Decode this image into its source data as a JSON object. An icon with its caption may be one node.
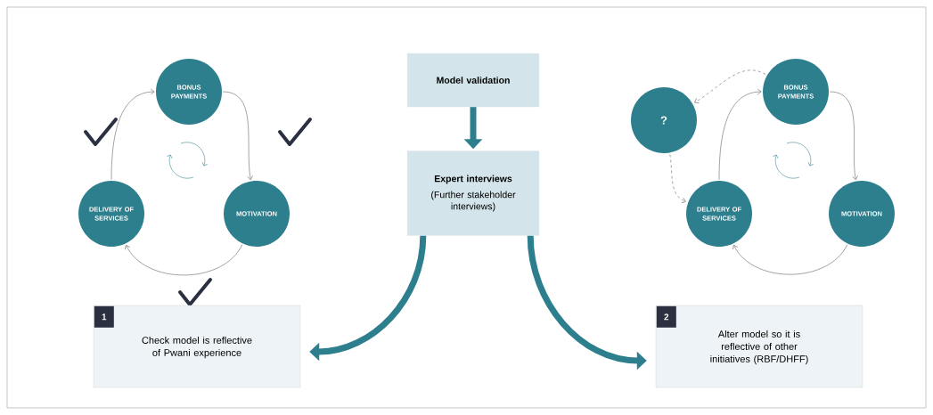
{
  "diagram": {
    "nodes": [
      {
        "text": [
          "Model validation"
        ]
      },
      {
        "text": [
          "Expert interviews",
          "(Further stakeholder interviews)"
        ]
      },
      {
        "text": [
          "BONUS PAYMENTS"
        ]
      },
      {
        "text": [
          "MOTIVATION"
        ]
      },
      {
        "text": [
          "DELIVERY OF SERVICES"
        ]
      },
      {
        "text": [
          "?"
        ]
      },
      {
        "text": [
          "BONUS PAYMENTS"
        ]
      },
      {
        "text": [
          "MOTIVATION"
        ]
      },
      {
        "text": [
          "DELIVERY OF SERVICES"
        ]
      },
      {
        "text": [
          "Check model is reflective of Pwani experience"
        ]
      },
      {
        "text": [
          "1"
        ],
        "in": 9
      },
      {
        "text": [
          "Alter model so it is reflective of other initiatives (RBF/DHFF)"
        ]
      },
      {
        "text": [
          "2"
        ],
        "in": 11
      }
    ],
    "edges": [
      {
        "from": 0,
        "to": 1,
        "arrow": "to",
        "style": "thick",
        "color": "#2e7f8e"
      },
      {
        "from": 1,
        "to": 9,
        "arrow": "to",
        "style": "thick",
        "color": "#2e7f8e"
      },
      {
        "from": 1,
        "to": 11,
        "arrow": "to",
        "style": "thick",
        "color": "#2e7f8e"
      },
      {
        "from": 2,
        "to": 3,
        "arrow": "to"
      },
      {
        "from": 3,
        "to": 4,
        "arrow": "to"
      },
      {
        "from": 4,
        "to": 2,
        "arrow": "to"
      },
      {
        "from": 6,
        "to": 7,
        "arrow": "to"
      },
      {
        "from": 7,
        "to": 8,
        "arrow": "to"
      },
      {
        "from": 8,
        "to": 6,
        "arrow": "to"
      },
      {
        "from": 6,
        "to": 5,
        "arrow": "to",
        "style": "dashed"
      },
      {
        "from": 5,
        "to": 8,
        "arrow": "to",
        "style": "dashed"
      }
    ]
  }
}
